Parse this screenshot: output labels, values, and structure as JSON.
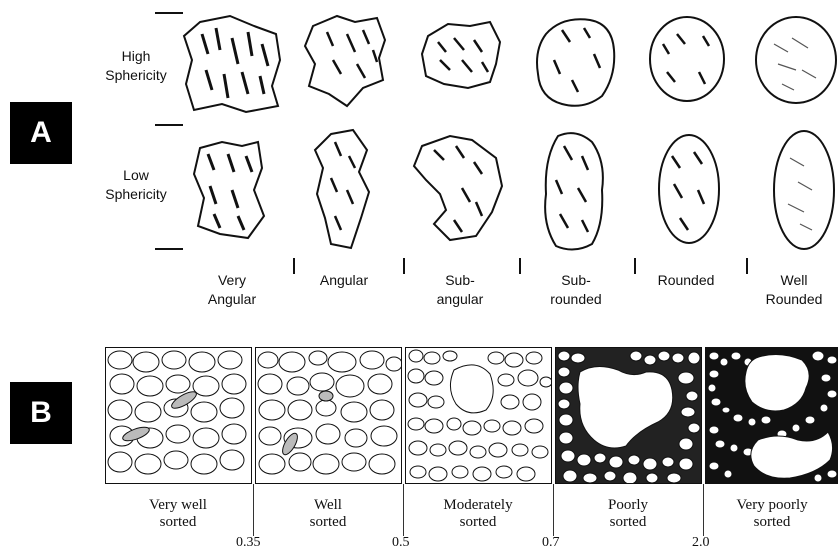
{
  "section_a": {
    "badge": "A",
    "rows": [
      "High\nSphericity",
      "Low\nSphericity"
    ],
    "columns": [
      "Very\nAngular",
      "Angular",
      "Sub-\nangular",
      "Sub-\nrounded",
      "Rounded",
      "Well\nRounded"
    ]
  },
  "section_b": {
    "badge": "B",
    "labels": [
      "Very well\nsorted",
      "Well\nsorted",
      "Moderately\nsorted",
      "Poorly\nsorted",
      "Very poorly\nsorted"
    ],
    "thresholds": [
      "0.35",
      "0.5",
      "0.7",
      "2.0"
    ]
  }
}
